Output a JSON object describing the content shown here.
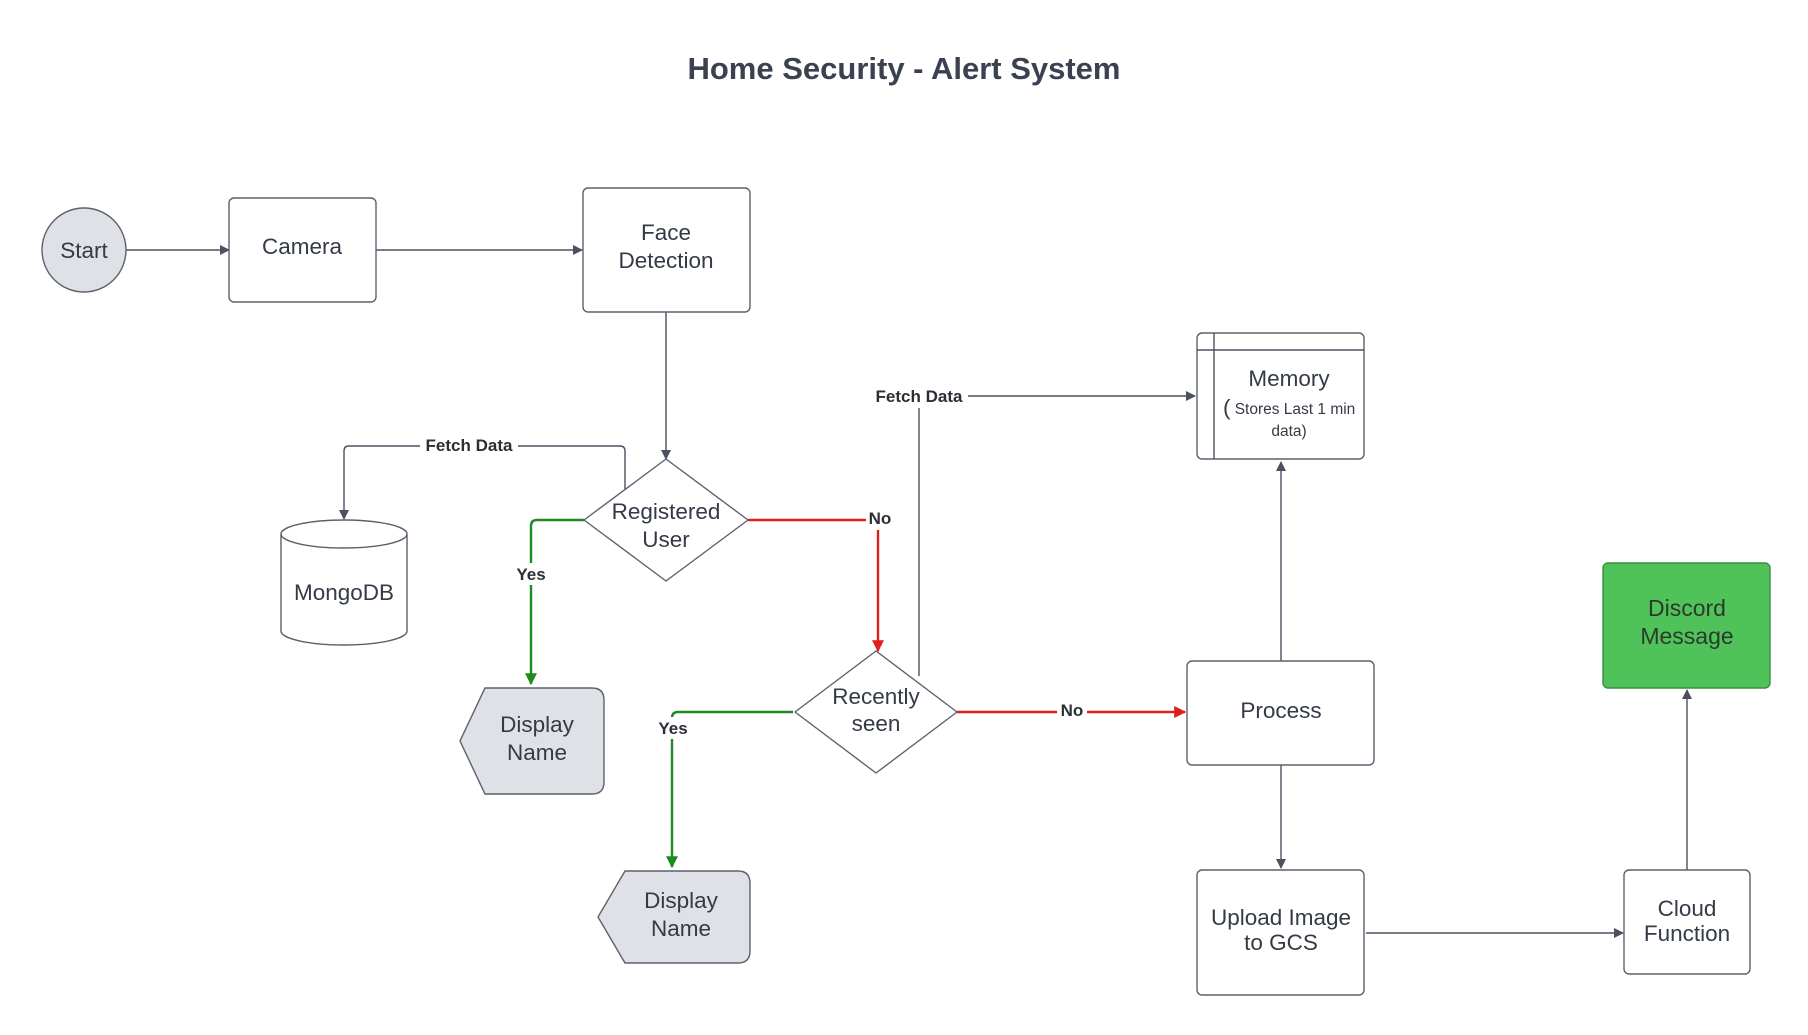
{
  "title": "Home Security - Alert System",
  "nodes": {
    "start": "Start",
    "camera": "Camera",
    "face_detection": [
      "Face",
      "Detection"
    ],
    "registered_user": [
      "Registered",
      "User"
    ],
    "mongodb": "MongoDB",
    "display_name_1": [
      "Display",
      "Name"
    ],
    "recently_seen": [
      "Recently",
      "seen"
    ],
    "display_name_2": [
      "Display",
      "Name"
    ],
    "memory": {
      "title": "Memory",
      "paren": "(",
      "detail_line1": "Stores Last 1 min",
      "detail_line2": "data)"
    },
    "process": "Process",
    "upload_image": [
      "Upload Image",
      "to GCS"
    ],
    "cloud_function": [
      "Cloud",
      "Function"
    ],
    "discord_message": [
      "Discord",
      "Message"
    ]
  },
  "edge_labels": {
    "fetch_data_mongo": "Fetch Data",
    "fetch_data_memory": "Fetch Data",
    "yes_registered": "Yes",
    "no_registered": "No",
    "yes_recent": "Yes",
    "no_recent": "No"
  },
  "colors": {
    "yes_edge": "#1f8a1f",
    "no_edge": "#e01e1e",
    "discord_fill": "#4fc35a",
    "terminal_fill": "#dfe1e6"
  }
}
